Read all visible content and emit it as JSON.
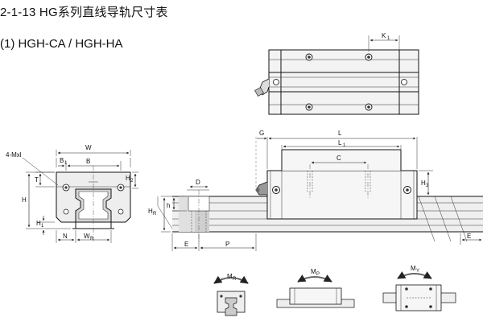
{
  "header": {
    "title": "2-1-13 HG系列直线导轨尺寸表",
    "subtitle": "(1) HGH-CA / HGH-HA"
  },
  "labels": {
    "k1": "K",
    "k1_sub": "1",
    "mxl": "4-Mxl",
    "w": "W",
    "b1": "B",
    "b1_sub": "1",
    "b": "B",
    "t": "T",
    "h2": "H",
    "h2_sub": "2",
    "h": "H",
    "h1": "H",
    "h1_sub": "1",
    "n": "N",
    "wr": "W",
    "wr_sub": "R",
    "hr": "H",
    "hr_sub": "R",
    "h_small": "h",
    "d": "D",
    "e_left": "E",
    "p": "P",
    "g": "G",
    "l": "L",
    "l1": "L",
    "l1_sub": "1",
    "c": "C",
    "h3": "H",
    "h3_sub": "3",
    "e_right": "E",
    "mr": "M",
    "mr_sub": "R",
    "mp": "M",
    "mp_sub": "P",
    "my": "M",
    "my_sub": "Y"
  },
  "colors": {
    "line": "#111111",
    "fill_light": "#f2f2f2",
    "fill_grey": "#d9d9d9",
    "fill_dark": "#9a9a9a"
  }
}
